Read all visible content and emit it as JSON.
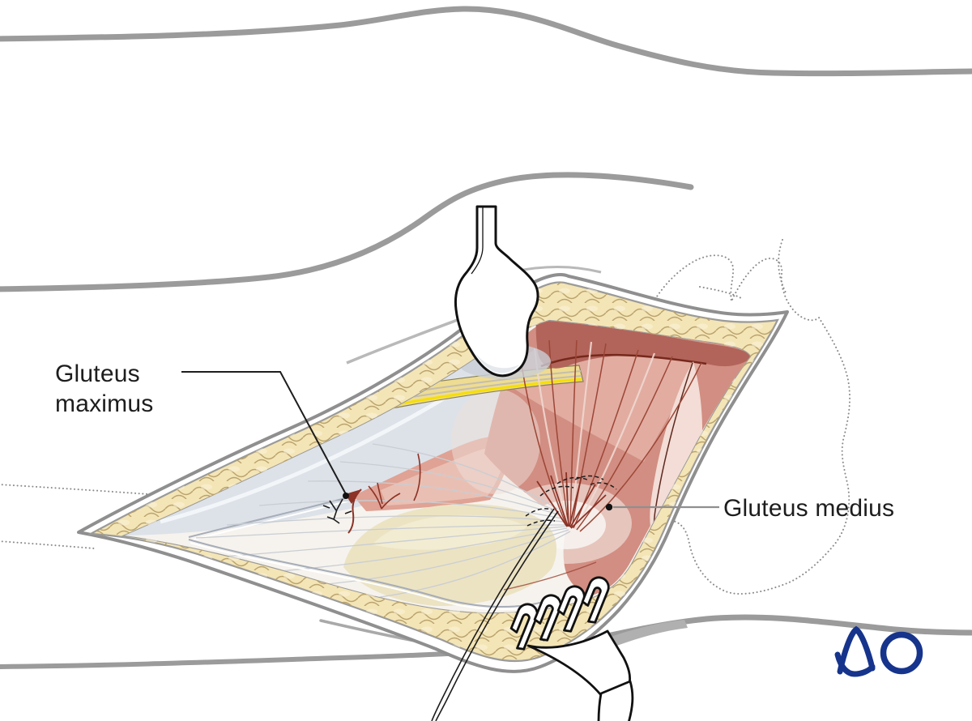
{
  "labels": {
    "maximus": {
      "line1": "Gluteus",
      "line2": "maximus"
    },
    "medius": {
      "text": "Gluteus medius"
    }
  },
  "logo": {
    "text": "AO",
    "color": "#16348c"
  },
  "palette": {
    "background": "#ffffff",
    "body_contour_gray": "#9b9b9b",
    "wound_edge_gray": "#8f8f8f",
    "subcutaneous_fat": "#f4e5b6",
    "fat_lobule_line": "#b7a06a",
    "fascia_blue_gray": "#dde2e9",
    "muscle_pink": "#d28e82",
    "muscle_dark_red": "#9c4636",
    "muscle_maroon_band": "#b2645a",
    "nerve_band_yellow": "#eedc92",
    "nerve_band_bright_yellow": "#f6df00",
    "trochanter_cream": "#ece3c3",
    "instrument_outline": "#111111",
    "leader_line_black": "#1d1d1d",
    "leader_line_gray": "#8f8f8f",
    "dotted_outline_gray": "#8a8a8a",
    "label_text": "#1d1d1d"
  }
}
